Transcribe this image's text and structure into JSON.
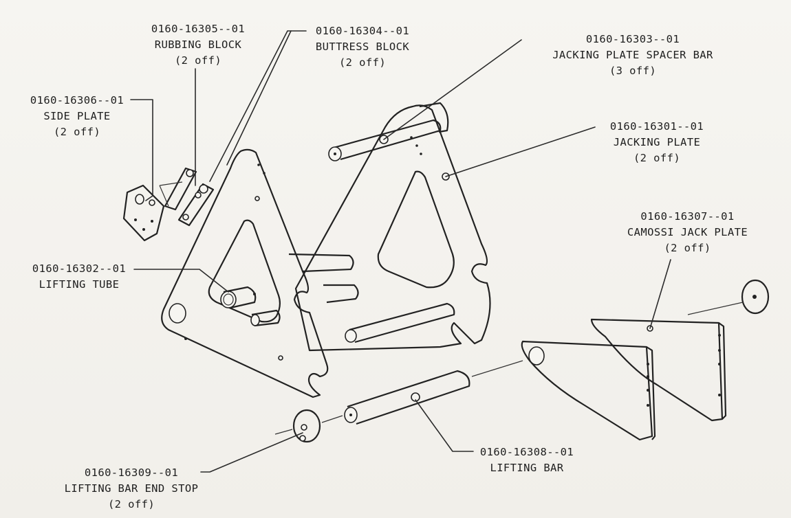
{
  "labels": {
    "rubbing_block": {
      "part_no": "0160-16305--01",
      "name": "RUBBING BLOCK",
      "qty": "(2 off)"
    },
    "buttress_block": {
      "part_no": "0160-16304--01",
      "name": "BUTTRESS BLOCK",
      "qty": "(2 off)"
    },
    "spacer_bar": {
      "part_no": "0160-16303--01",
      "name": "JACKING PLATE SPACER BAR",
      "qty": "(3 off)"
    },
    "side_plate": {
      "part_no": "0160-16306--01",
      "name": "SIDE PLATE",
      "qty": "(2 off)"
    },
    "jacking_plate": {
      "part_no": "0160-16301--01",
      "name": "JACKING PLATE",
      "qty": "(2 off)"
    },
    "camossi_plate": {
      "part_no": "0160-16307--01",
      "name": "CAMOSSI JACK PLATE",
      "qty": "(2 off)"
    },
    "lifting_tube": {
      "part_no": "0160-16302--01",
      "name": "LIFTING TUBE"
    },
    "lifting_bar": {
      "part_no": "0160-16308--01",
      "name": "LIFTING BAR"
    },
    "end_stop": {
      "part_no": "0160-16309--01",
      "name": "LIFTING BAR END STOP",
      "qty": "(2 off)"
    }
  },
  "colors": {
    "ink": "#222222",
    "paper": "#f3f1ec"
  }
}
